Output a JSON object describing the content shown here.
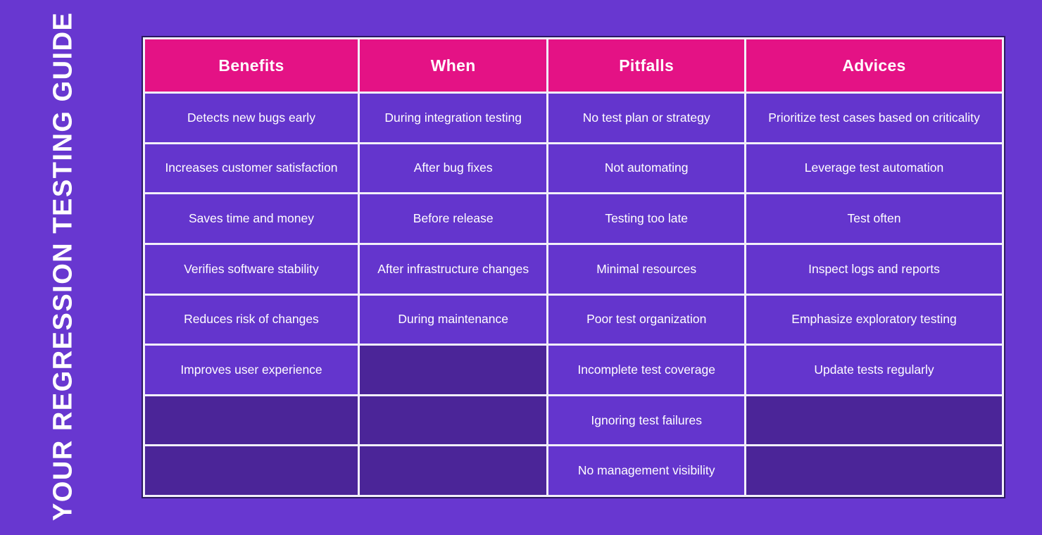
{
  "title": "YOUR REGRESSION TESTING GUIDE",
  "colors": {
    "background": "#6837D0",
    "header_bg": "#E41285",
    "cell_bg": "#6435CD",
    "empty_cell_bg": "#4B2598",
    "grid_line": "#F2EFFA",
    "outer_frame": "#2A1760",
    "text": "#FFFFFF"
  },
  "table": {
    "headers": [
      "Benefits",
      "When",
      "Pitfalls",
      "Advices"
    ],
    "column_widths_percent": [
      25,
      22,
      23,
      30
    ],
    "rows": [
      [
        "Detects new bugs early",
        "During integration testing",
        "No test plan or strategy",
        "Prioritize test cases based on criticality"
      ],
      [
        "Increases customer satisfaction",
        "After bug fixes",
        "Not automating",
        "Leverage test automation"
      ],
      [
        "Saves time and money",
        "Before release",
        "Testing too late",
        "Test often"
      ],
      [
        "Verifies software stability",
        "After infrastructure changes",
        "Minimal resources",
        "Inspect logs and reports"
      ],
      [
        "Reduces risk of changes",
        "During maintenance",
        "Poor test organization",
        "Emphasize exploratory testing"
      ],
      [
        "Improves user experience",
        "",
        "Incomplete test coverage",
        "Update tests regularly"
      ],
      [
        "",
        "",
        "Ignoring test failures",
        ""
      ],
      [
        "",
        "",
        "No management visibility",
        ""
      ]
    ]
  },
  "chart_data": {
    "type": "table",
    "title": "YOUR REGRESSION TESTING GUIDE",
    "columns": [
      "Benefits",
      "When",
      "Pitfalls",
      "Advices"
    ],
    "rows": [
      [
        "Detects new bugs early",
        "During integration testing",
        "No test plan or strategy",
        "Prioritize test cases based on criticality"
      ],
      [
        "Increases customer satisfaction",
        "After bug fixes",
        "Not automating",
        "Leverage test automation"
      ],
      [
        "Saves time and money",
        "Before release",
        "Testing too late",
        "Test often"
      ],
      [
        "Verifies software stability",
        "After infrastructure changes",
        "Minimal resources",
        "Inspect logs and reports"
      ],
      [
        "Reduces risk of changes",
        "During maintenance",
        "Poor test organization",
        "Emphasize exploratory testing"
      ],
      [
        "Improves user experience",
        "",
        "Incomplete test coverage",
        "Update tests regularly"
      ],
      [
        "",
        "",
        "Ignoring test failures",
        ""
      ],
      [
        "",
        "",
        "No management visibility",
        ""
      ]
    ],
    "layout": {
      "header_row": true,
      "empty_cells_shaded_darker": true,
      "title_orientation": "vertical-left-bottom-to-top"
    }
  }
}
